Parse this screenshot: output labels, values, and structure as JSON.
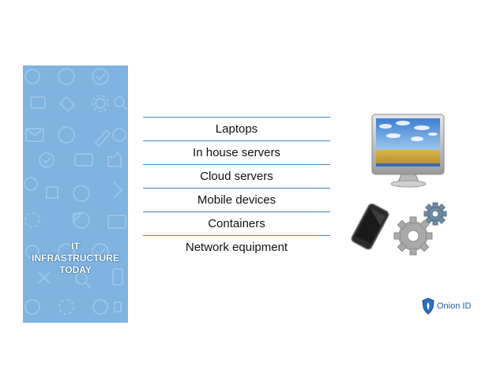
{
  "side_panel": {
    "title_lines": [
      "IT",
      "INFRASTRUCTURE",
      "TODAY"
    ],
    "color": "#7fb3e0"
  },
  "infra_list": {
    "items": [
      "Laptops",
      "In house servers",
      "Cloud servers",
      "Mobile devices",
      "Containers",
      "Network equipment"
    ],
    "line_color": "#3f87c8"
  },
  "logo": {
    "text": "Onion ID",
    "color": "#1f5fa8"
  },
  "illustrations": [
    "monitor-icon",
    "smartphone-icon",
    "gears-icon"
  ]
}
